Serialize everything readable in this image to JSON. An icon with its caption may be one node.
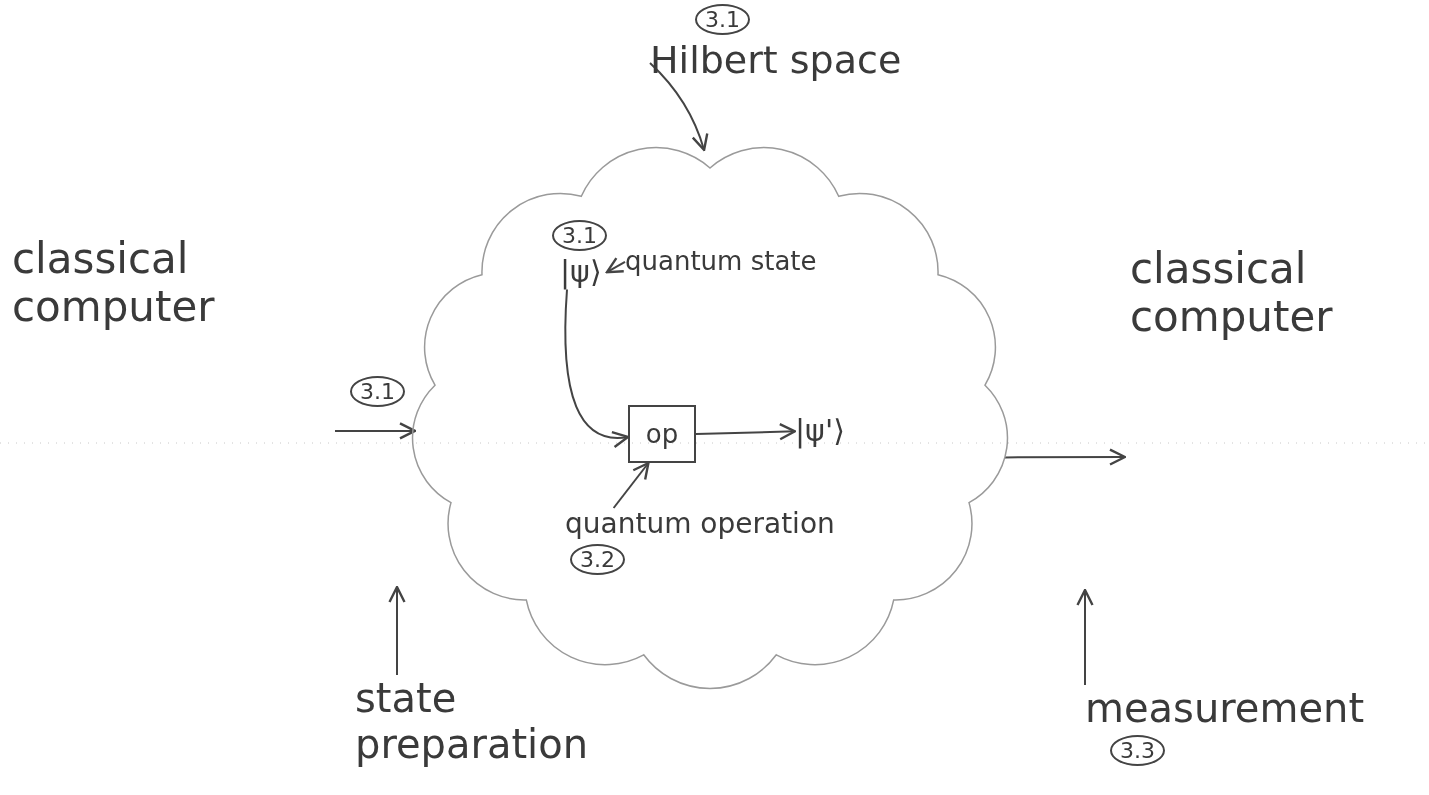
{
  "diagram": {
    "nodes": [
      {
        "text": [
          "classical computer"
        ]
      },
      {
        "text": [
          "3.1",
          "Hilbert space"
        ]
      },
      {
        "text": [],
        "shape": "cloud"
      },
      {
        "text": [
          "quantum state"
        ],
        "in": 2
      },
      {
        "text": [
          "3.1",
          "|ψ⟩"
        ],
        "in": 2
      },
      {
        "text": [
          "op"
        ],
        "in": 2
      },
      {
        "text": [
          "|ψ'⟩"
        ],
        "in": 2
      },
      {
        "text": [
          "quantum operation",
          "3.2"
        ],
        "in": 2
      },
      {
        "text": [
          "classical computer"
        ]
      },
      {
        "text": [
          "state preparation"
        ]
      },
      {
        "text": [
          "measurement",
          "3.3"
        ]
      }
    ],
    "edges": [
      {
        "from": 1,
        "to": 2,
        "arrow": "to"
      },
      {
        "from": 3,
        "to": 4,
        "arrow": "to"
      },
      {
        "from": 4,
        "to": 5,
        "arrow": "to"
      },
      {
        "from": 5,
        "to": 6,
        "arrow": "to"
      },
      {
        "from": 7,
        "to": 5,
        "arrow": "to"
      },
      {
        "from": null,
        "to": 2,
        "arrow": "to",
        "label": "3.1"
      },
      {
        "from": 2,
        "to": null,
        "arrow": "to"
      },
      {
        "from": 9,
        "to": null,
        "arrow": "to"
      },
      {
        "from": 10,
        "to": null,
        "arrow": "to"
      }
    ]
  }
}
